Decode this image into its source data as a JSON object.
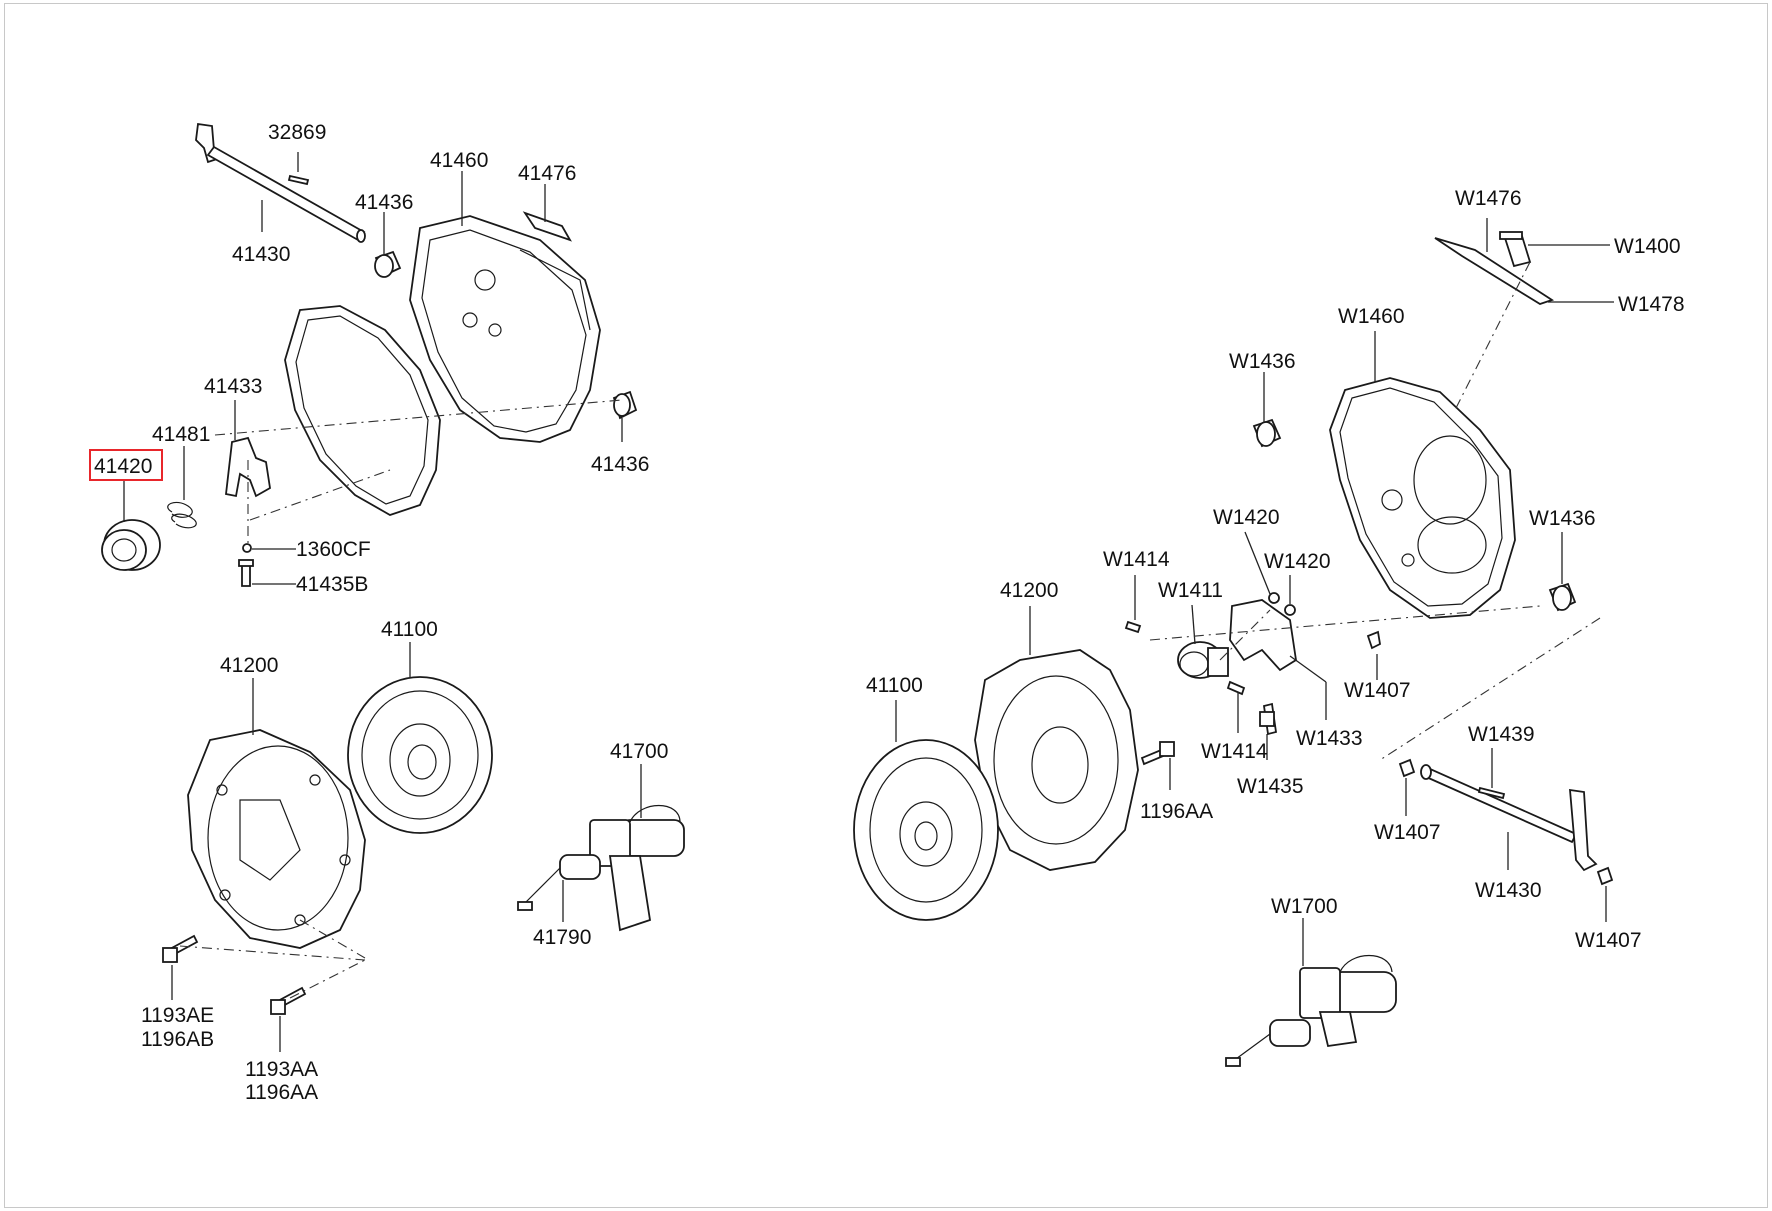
{
  "highlight_color": "#e8262b",
  "labels": {
    "l32869": "32869",
    "l41460": "41460",
    "l41476": "41476",
    "l41436a": "41436",
    "l41430": "41430",
    "l41436b": "41436",
    "l41433": "41433",
    "l41481": "41481",
    "l41420": "41420",
    "l1360cf": "1360CF",
    "l41435b": "41435B",
    "l41100a": "41100",
    "l41200a": "41200",
    "l41700": "41700",
    "l41790": "41790",
    "l1193ae": "1193AE",
    "l1196ab": "1196AB",
    "l1193aa": "1193AA",
    "l1196aa_a": "1196AA",
    "w1476": "W1476",
    "w1400": "W1400",
    "w1478": "W1478",
    "w1460": "W1460",
    "w1436a": "W1436",
    "w1436b": "W1436",
    "w1420a": "W1420",
    "w1420b": "W1420",
    "w1414a": "W1414",
    "w1411": "W1411",
    "l41200b": "41200",
    "l41100b": "41100",
    "w1407a": "W1407",
    "w1414b": "W1414",
    "w1433": "W1433",
    "w1435": "W1435",
    "l1196aa_b": "1196AA",
    "w1439": "W1439",
    "w1407b": "W1407",
    "w1430": "W1430",
    "w1407c": "W1407",
    "w1700": "W1700"
  }
}
